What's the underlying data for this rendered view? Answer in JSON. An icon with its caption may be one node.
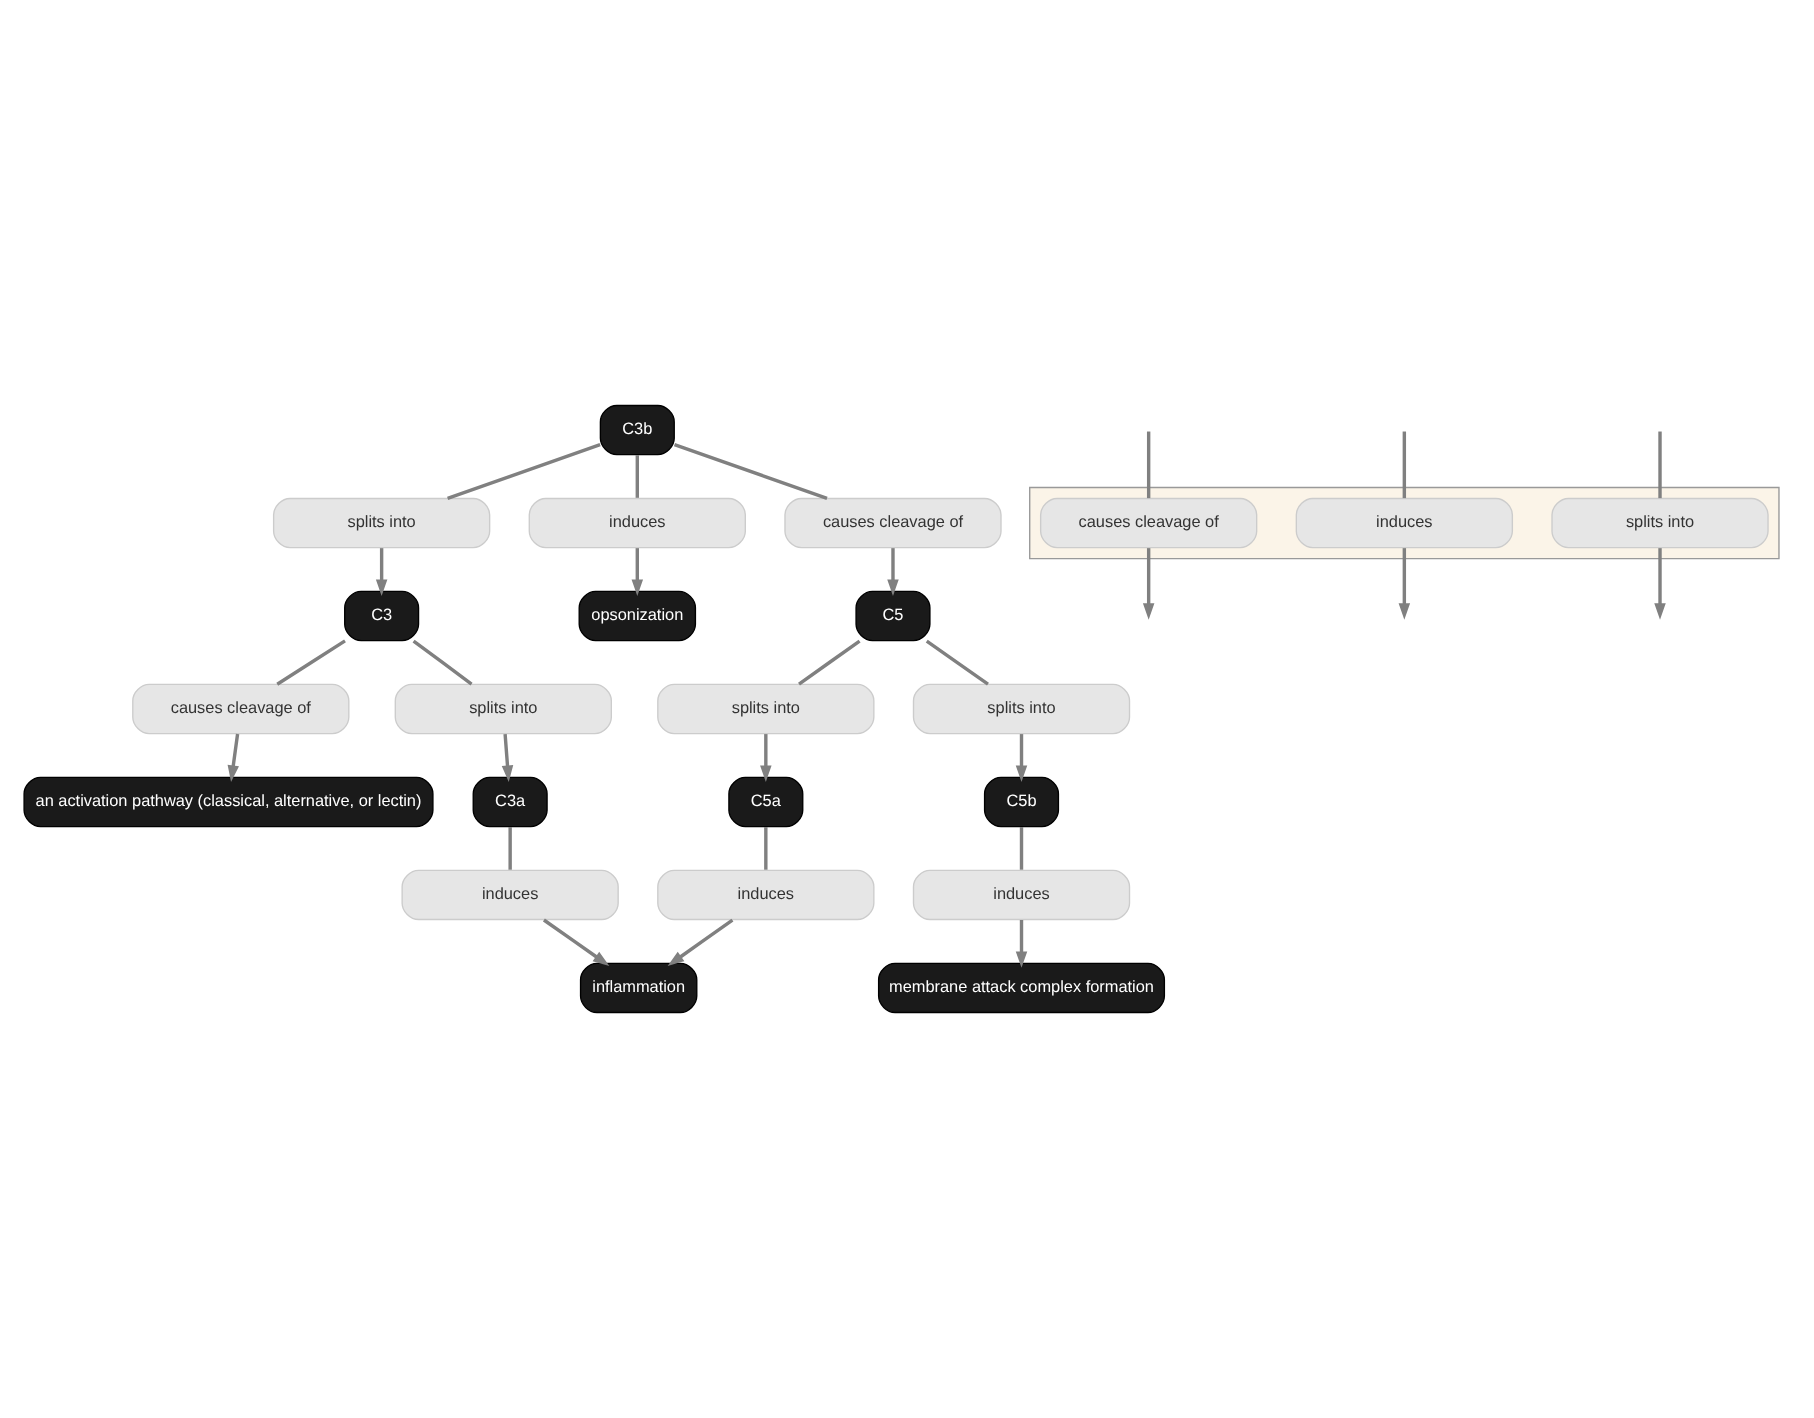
{
  "diagram": {
    "nodes": [
      {
        "text": [
          "splits into"
        ]
      },
      {
        "text": [
          "C3"
        ]
      },
      {
        "text": [
          "causes cleavage of"
        ]
      },
      {
        "text": [
          "an activation pathway (classical, alternative, or lectin)"
        ]
      },
      {
        "text": [
          "C3b"
        ]
      },
      {
        "text": [
          "induces"
        ]
      },
      {
        "text": [
          "opsonization"
        ]
      },
      {
        "text": [
          "splits into"
        ]
      },
      {
        "text": [
          "C3a"
        ]
      },
      {
        "text": [
          "causes cleavage of"
        ]
      },
      {
        "text": [
          "C5"
        ]
      },
      {
        "text": [
          "splits into"
        ]
      },
      {
        "text": [
          "C5a"
        ]
      },
      {
        "text": [
          "induces"
        ]
      },
      {
        "text": [
          "inflammation"
        ]
      },
      {
        "text": [
          "splits into"
        ]
      },
      {
        "text": [
          "induces"
        ]
      },
      {
        "text": [
          "C5b"
        ]
      },
      {
        "text": [
          "induces"
        ]
      },
      {
        "text": [
          "membrane attack complex formation"
        ]
      },
      {
        "text": [],
        "shape": "box"
      },
      {
        "text": [
          "causes cleavage of"
        ],
        "in": 20
      },
      {
        "text": [
          "induces"
        ],
        "in": 20
      },
      {
        "text": [
          "splits into"
        ],
        "in": 20
      }
    ],
    "edges": [
      {
        "from": 4,
        "to": 0,
        "arrow": "none"
      },
      {
        "from": 0,
        "to": 1,
        "arrow": "to"
      },
      {
        "from": 1,
        "to": 2,
        "arrow": "none"
      },
      {
        "from": 2,
        "to": 3,
        "arrow": "to"
      },
      {
        "from": 1,
        "to": 7,
        "arrow": "none"
      },
      {
        "from": 7,
        "to": 8,
        "arrow": "to"
      },
      {
        "from": 4,
        "to": 5,
        "arrow": "none"
      },
      {
        "from": 5,
        "to": 6,
        "arrow": "to"
      },
      {
        "from": 4,
        "to": 9,
        "arrow": "none"
      },
      {
        "from": 9,
        "to": 10,
        "arrow": "to"
      },
      {
        "from": 10,
        "to": 11,
        "arrow": "none"
      },
      {
        "from": 11,
        "to": 12,
        "arrow": "to"
      },
      {
        "from": 8,
        "to": 13,
        "arrow": "none"
      },
      {
        "from": 13,
        "to": 14,
        "arrow": "to"
      },
      {
        "from": 10,
        "to": 15,
        "arrow": "none"
      },
      {
        "from": 15,
        "to": 17,
        "arrow": "to"
      },
      {
        "from": 12,
        "to": 16,
        "arrow": "none"
      },
      {
        "from": 16,
        "to": 14,
        "arrow": "to"
      },
      {
        "from": 17,
        "to": 18,
        "arrow": "none"
      },
      {
        "from": 18,
        "to": 19,
        "arrow": "to"
      },
      {
        "from": null,
        "to": 21,
        "arrow": "none"
      },
      {
        "from": 21,
        "to": null,
        "arrow": "to"
      },
      {
        "from": null,
        "to": 22,
        "arrow": "none"
      },
      {
        "from": 22,
        "to": null,
        "arrow": "to"
      },
      {
        "from": null,
        "to": 23,
        "arrow": "none"
      },
      {
        "from": 23,
        "to": null,
        "arrow": "to"
      }
    ]
  }
}
